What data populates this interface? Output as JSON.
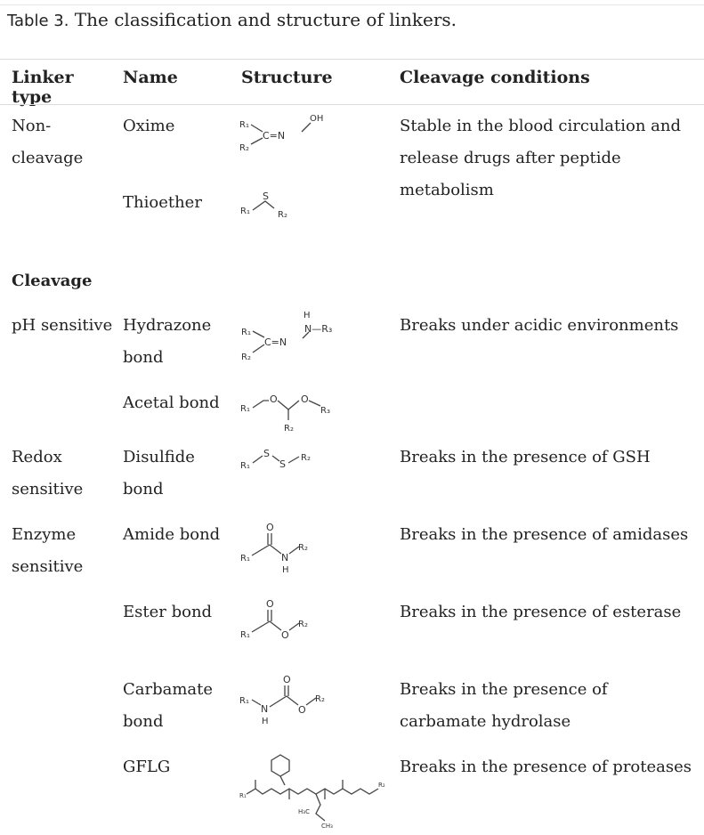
{
  "caption": {
    "label": "Table 3.",
    "text": " The classification and structure of linkers."
  },
  "headers": {
    "linker_type": "Linker type",
    "name": "Name",
    "structure": "Structure",
    "cleavage": "Cleavage conditions"
  },
  "rows": {
    "oxime": {
      "type": "Non-\ncleavage",
      "name": "Oxime",
      "cond": "Stable in the blood circulation and release drugs after peptide metabolism"
    },
    "thioether": {
      "name": "Thioether"
    },
    "section_cleavage": "Cleavage",
    "hydrazone": {
      "type": "pH sensitive",
      "name": "Hydrazone bond",
      "cond": "Breaks under acidic environments"
    },
    "acetal": {
      "name": "Acetal bond"
    },
    "disulfide": {
      "type": "Redox sensitive",
      "name": "Disulfide bond",
      "cond": "Breaks in the presence of GSH"
    },
    "amide": {
      "type": "Enzyme sensitive",
      "name": "Amide bond",
      "cond": "Breaks in the presence of amidases"
    },
    "ester": {
      "name": "Ester bond",
      "cond": "Breaks in the presence of esterase"
    },
    "carbamate": {
      "name": "Carbamate bond",
      "cond": "Breaks in the presence of carbamate hydrolase"
    },
    "gflg": {
      "name": "GFLG",
      "cond": "Breaks in the presence of proteases"
    }
  },
  "structure_labels": {
    "r1": "R₁",
    "r2": "R₂",
    "r3": "R₃",
    "oh": "OH",
    "s": "S",
    "o": "O",
    "n": "N",
    "h": "H",
    "nh": "N—R₃",
    "ceq": "C=N",
    "ch3": "CH₃",
    "h3c": "H₃C"
  }
}
